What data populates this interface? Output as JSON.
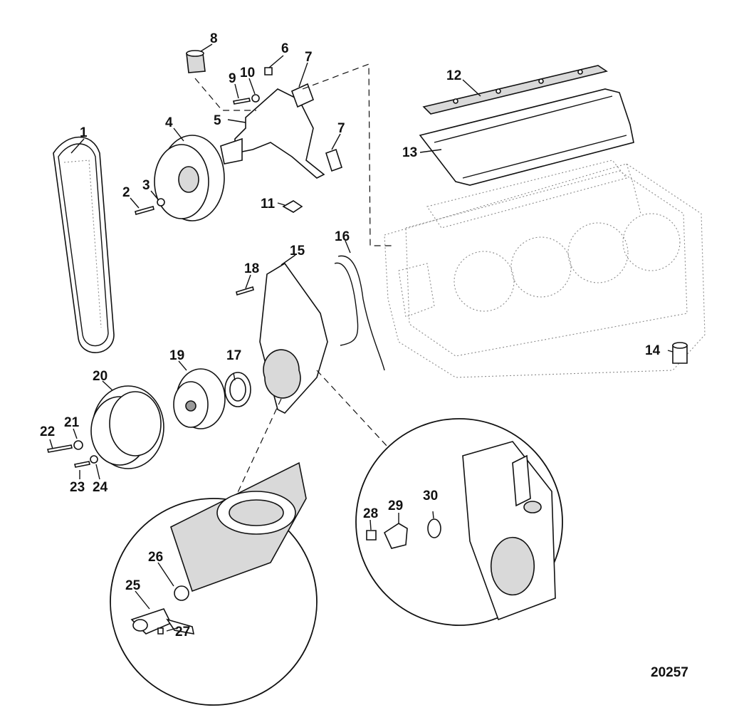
{
  "figure_id": "20257",
  "callouts": {
    "c1": "1",
    "c2": "2",
    "c3": "3",
    "c4": "4",
    "c5": "5",
    "c6": "6",
    "c7a": "7",
    "c7b": "7",
    "c8": "8",
    "c9": "9",
    "c10": "10",
    "c11": "11",
    "c12": "12",
    "c13": "13",
    "c14": "14",
    "c15": "15",
    "c16": "16",
    "c17": "17",
    "c18": "18",
    "c19": "19",
    "c20": "20",
    "c21": "21",
    "c22": "22",
    "c23": "23",
    "c24": "24",
    "c25": "25",
    "c26": "26",
    "c27": "27",
    "c28": "28",
    "c29": "29",
    "c30": "30"
  },
  "colors": {
    "ink": "#111111",
    "fill_gray": "#d9d9d9",
    "fill_dark": "#9a9a9a",
    "phantom": "#8a8a8a"
  }
}
